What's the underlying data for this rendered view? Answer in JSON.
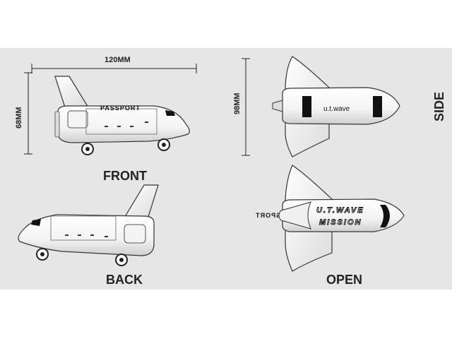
{
  "dimensions": {
    "width": "120MM",
    "height": "68MM",
    "length": "98MM"
  },
  "views": {
    "front": "FRONT",
    "back": "BACK",
    "open": "OPEN",
    "side": "SIDE"
  },
  "markings": {
    "side_body_text": "PASSPORT",
    "top_logo": "u.t.wave",
    "open_logo_line1": "U.T.WAVE",
    "open_logo_line2": "MISSION"
  },
  "colors": {
    "panel": "#e6e6e6",
    "ink": "#222222",
    "body_fill": "#ffffff"
  }
}
